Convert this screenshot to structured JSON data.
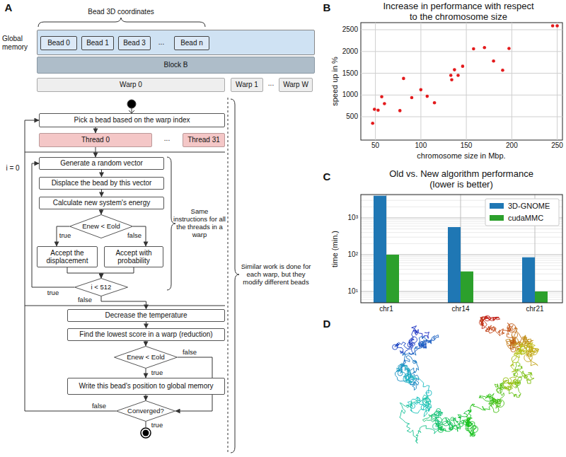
{
  "diagram": {
    "nodes": [
      {
        "text": [
          "Global memory"
        ]
      },
      {
        "text": [
          "Bead 0"
        ],
        "in": 0
      },
      {
        "text": [
          "Bead 1"
        ],
        "in": 0
      },
      {
        "text": [
          "Bead 3"
        ],
        "in": 0
      },
      {
        "text": [
          "Bead n"
        ],
        "in": 0
      },
      {
        "text": [
          "Block B"
        ]
      },
      {
        "text": [
          "Warp 0"
        ]
      },
      {
        "text": [
          "Warp 1"
        ]
      },
      {
        "text": [
          "Warp W"
        ]
      },
      {
        "text": [
          "Pick a bead based on the warp index"
        ]
      },
      {
        "text": [
          "Thread 0"
        ]
      },
      {
        "text": [
          "Thread 31"
        ]
      },
      {
        "text": [
          "Generate a random vector"
        ]
      },
      {
        "text": [
          "Displace the bead by this vector"
        ]
      },
      {
        "text": [
          "Calculate new system's energy"
        ]
      },
      {
        "text": [
          "Enew < Eold"
        ]
      },
      {
        "text": [
          "Accept the displacement"
        ]
      },
      {
        "text": [
          "Accept with probability"
        ]
      },
      {
        "text": [
          "i < 512"
        ]
      },
      {
        "text": [
          "Decrease the temperature"
        ]
      },
      {
        "text": [
          "Find the lowest score in a warp (reduction)"
        ]
      },
      {
        "text": [
          "Enew < Eold"
        ]
      },
      {
        "text": [
          "Write this bead's position to global memory"
        ]
      },
      {
        "text": [
          "Converged?"
        ]
      }
    ],
    "edges": [
      {
        "from": 9,
        "to": 10,
        "arrow": "to"
      },
      {
        "from": 10,
        "to": 12,
        "arrow": "to"
      },
      {
        "from": 12,
        "to": 13,
        "arrow": "to"
      },
      {
        "from": 13,
        "to": 14,
        "arrow": "to"
      },
      {
        "from": 14,
        "to": 15,
        "arrow": "to"
      },
      {
        "from": 15,
        "to": 16,
        "label": "true",
        "arrow": "to"
      },
      {
        "from": 15,
        "to": 17,
        "label": "false",
        "arrow": "to"
      },
      {
        "from": 16,
        "to": 18,
        "arrow": "to"
      },
      {
        "from": 17,
        "to": 18,
        "arrow": "to"
      },
      {
        "from": 18,
        "to": 12,
        "label": "true",
        "arrow": "to"
      },
      {
        "from": 18,
        "to": 19,
        "label": "false",
        "arrow": "to"
      },
      {
        "from": 19,
        "to": 20,
        "arrow": "to"
      },
      {
        "from": 20,
        "to": 21,
        "arrow": "to"
      },
      {
        "from": 21,
        "to": 22,
        "label": "true",
        "arrow": "to"
      },
      {
        "from": 21,
        "to": 23,
        "label": "false",
        "arrow": "to"
      },
      {
        "from": 22,
        "to": 23,
        "arrow": "to"
      },
      {
        "from": 23,
        "to": 9,
        "label": "false",
        "arrow": "to"
      }
    ],
    "labels": [
      "A",
      "Bead 3D coordinates",
      "...",
      "...",
      "...",
      "i = 0",
      "Same instructions for all the threads in a warp",
      "Similar work is done for each warp, but they modify different beads",
      "true",
      "B",
      "Increase in performance with respect to the chromosome size",
      "500",
      "1000",
      "1500",
      "2000",
      "2500",
      "50",
      "100",
      "150",
      "200",
      "250",
      "chromosome size in Mbp.",
      "speed up in %",
      "C",
      "Old vs. New algorithm performance (lower is better)",
      "time (min.)",
      "10¹",
      "10²",
      "10³",
      "chr1",
      "chr14",
      "chr21",
      "D"
    ],
    "legend": [
      {
        "text": "3D-GNOME",
        "color": "#1f77b4"
      },
      {
        "text": "cudaMMC",
        "color": "#2ca02c"
      }
    ]
  }
}
